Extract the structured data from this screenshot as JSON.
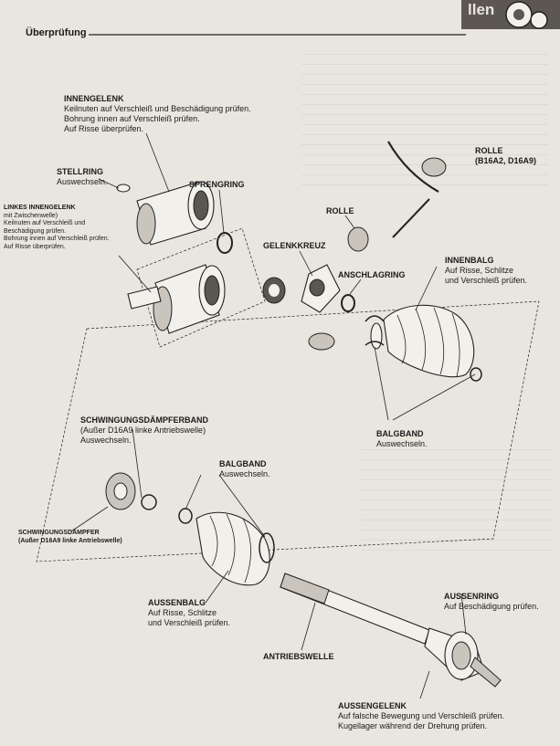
{
  "header": {
    "section": "Überprüfung",
    "corner_title": "llen"
  },
  "labels": {
    "innengelenk": {
      "title": "INNENGELENK",
      "lines": [
        "Keilnuten auf Verschleiß und Beschädigung prüfen.",
        "Bohrung innen auf Verschleiß prüfen.",
        "Auf Risse überprüfen."
      ]
    },
    "stellring": {
      "title": "STELLRING",
      "lines": [
        "Auswechseln."
      ]
    },
    "links_innengelenk": {
      "title": "LINKES INNENGELENK",
      "lines": [
        "mit Zwischenwelle)",
        "Keilnuten auf Verschleiß und",
        "Beschädigung prüfen.",
        "Bohrung innen auf Verschleiß prüfen.",
        "Auf Risse überprüfen."
      ]
    },
    "sprengring": {
      "title": "SPRENGRING"
    },
    "rolle_top": {
      "title": "ROLLE",
      "lines": [
        "(B16A2, D16A9)"
      ]
    },
    "rolle": {
      "title": "ROLLE"
    },
    "gelenkkreuz": {
      "title": "GELENKKREUZ"
    },
    "anschlagring": {
      "title": "ANSCHLAGRING"
    },
    "innenbalg": {
      "title": "INNENBALG",
      "lines": [
        "Auf Risse, Schlitze",
        "und Verschleiß prüfen."
      ]
    },
    "balgband_right": {
      "title": "BALGBAND",
      "lines": [
        "Auswechseln."
      ]
    },
    "schwingband": {
      "title": "SCHWINGUNGSDÄMPFERBAND",
      "lines": [
        "(Außer D16A9 linke Antriebswelle)",
        "Auswechseln."
      ]
    },
    "balgband_left": {
      "title": "BALGBAND",
      "lines": [
        "Auswechseln."
      ]
    },
    "schwingdaempfer": {
      "title": "SCHWINGUNGSDÄMPFER",
      "lines": [
        "(Außer D16A9 linke Antriebswelle)"
      ]
    },
    "aussenbalg": {
      "title": "AUSSENBALG",
      "lines": [
        "Auf Risse, Schlitze",
        "und Verschleiß prüfen."
      ]
    },
    "aussenring": {
      "title": "AUSSENRING",
      "lines": [
        "Auf Beschädigung prüfen."
      ]
    },
    "antriebswelle": {
      "title": "ANTRIEBSWELLE"
    },
    "aussengelenk": {
      "title": "AUSSENGELENK",
      "lines": [
        "Auf falsche Bewegung und Verschleiß prüfen.",
        "Kugellager während der Drehung prüfen."
      ]
    }
  },
  "colors": {
    "ink": "#1a1a1a",
    "paper": "#e9e6df"
  }
}
